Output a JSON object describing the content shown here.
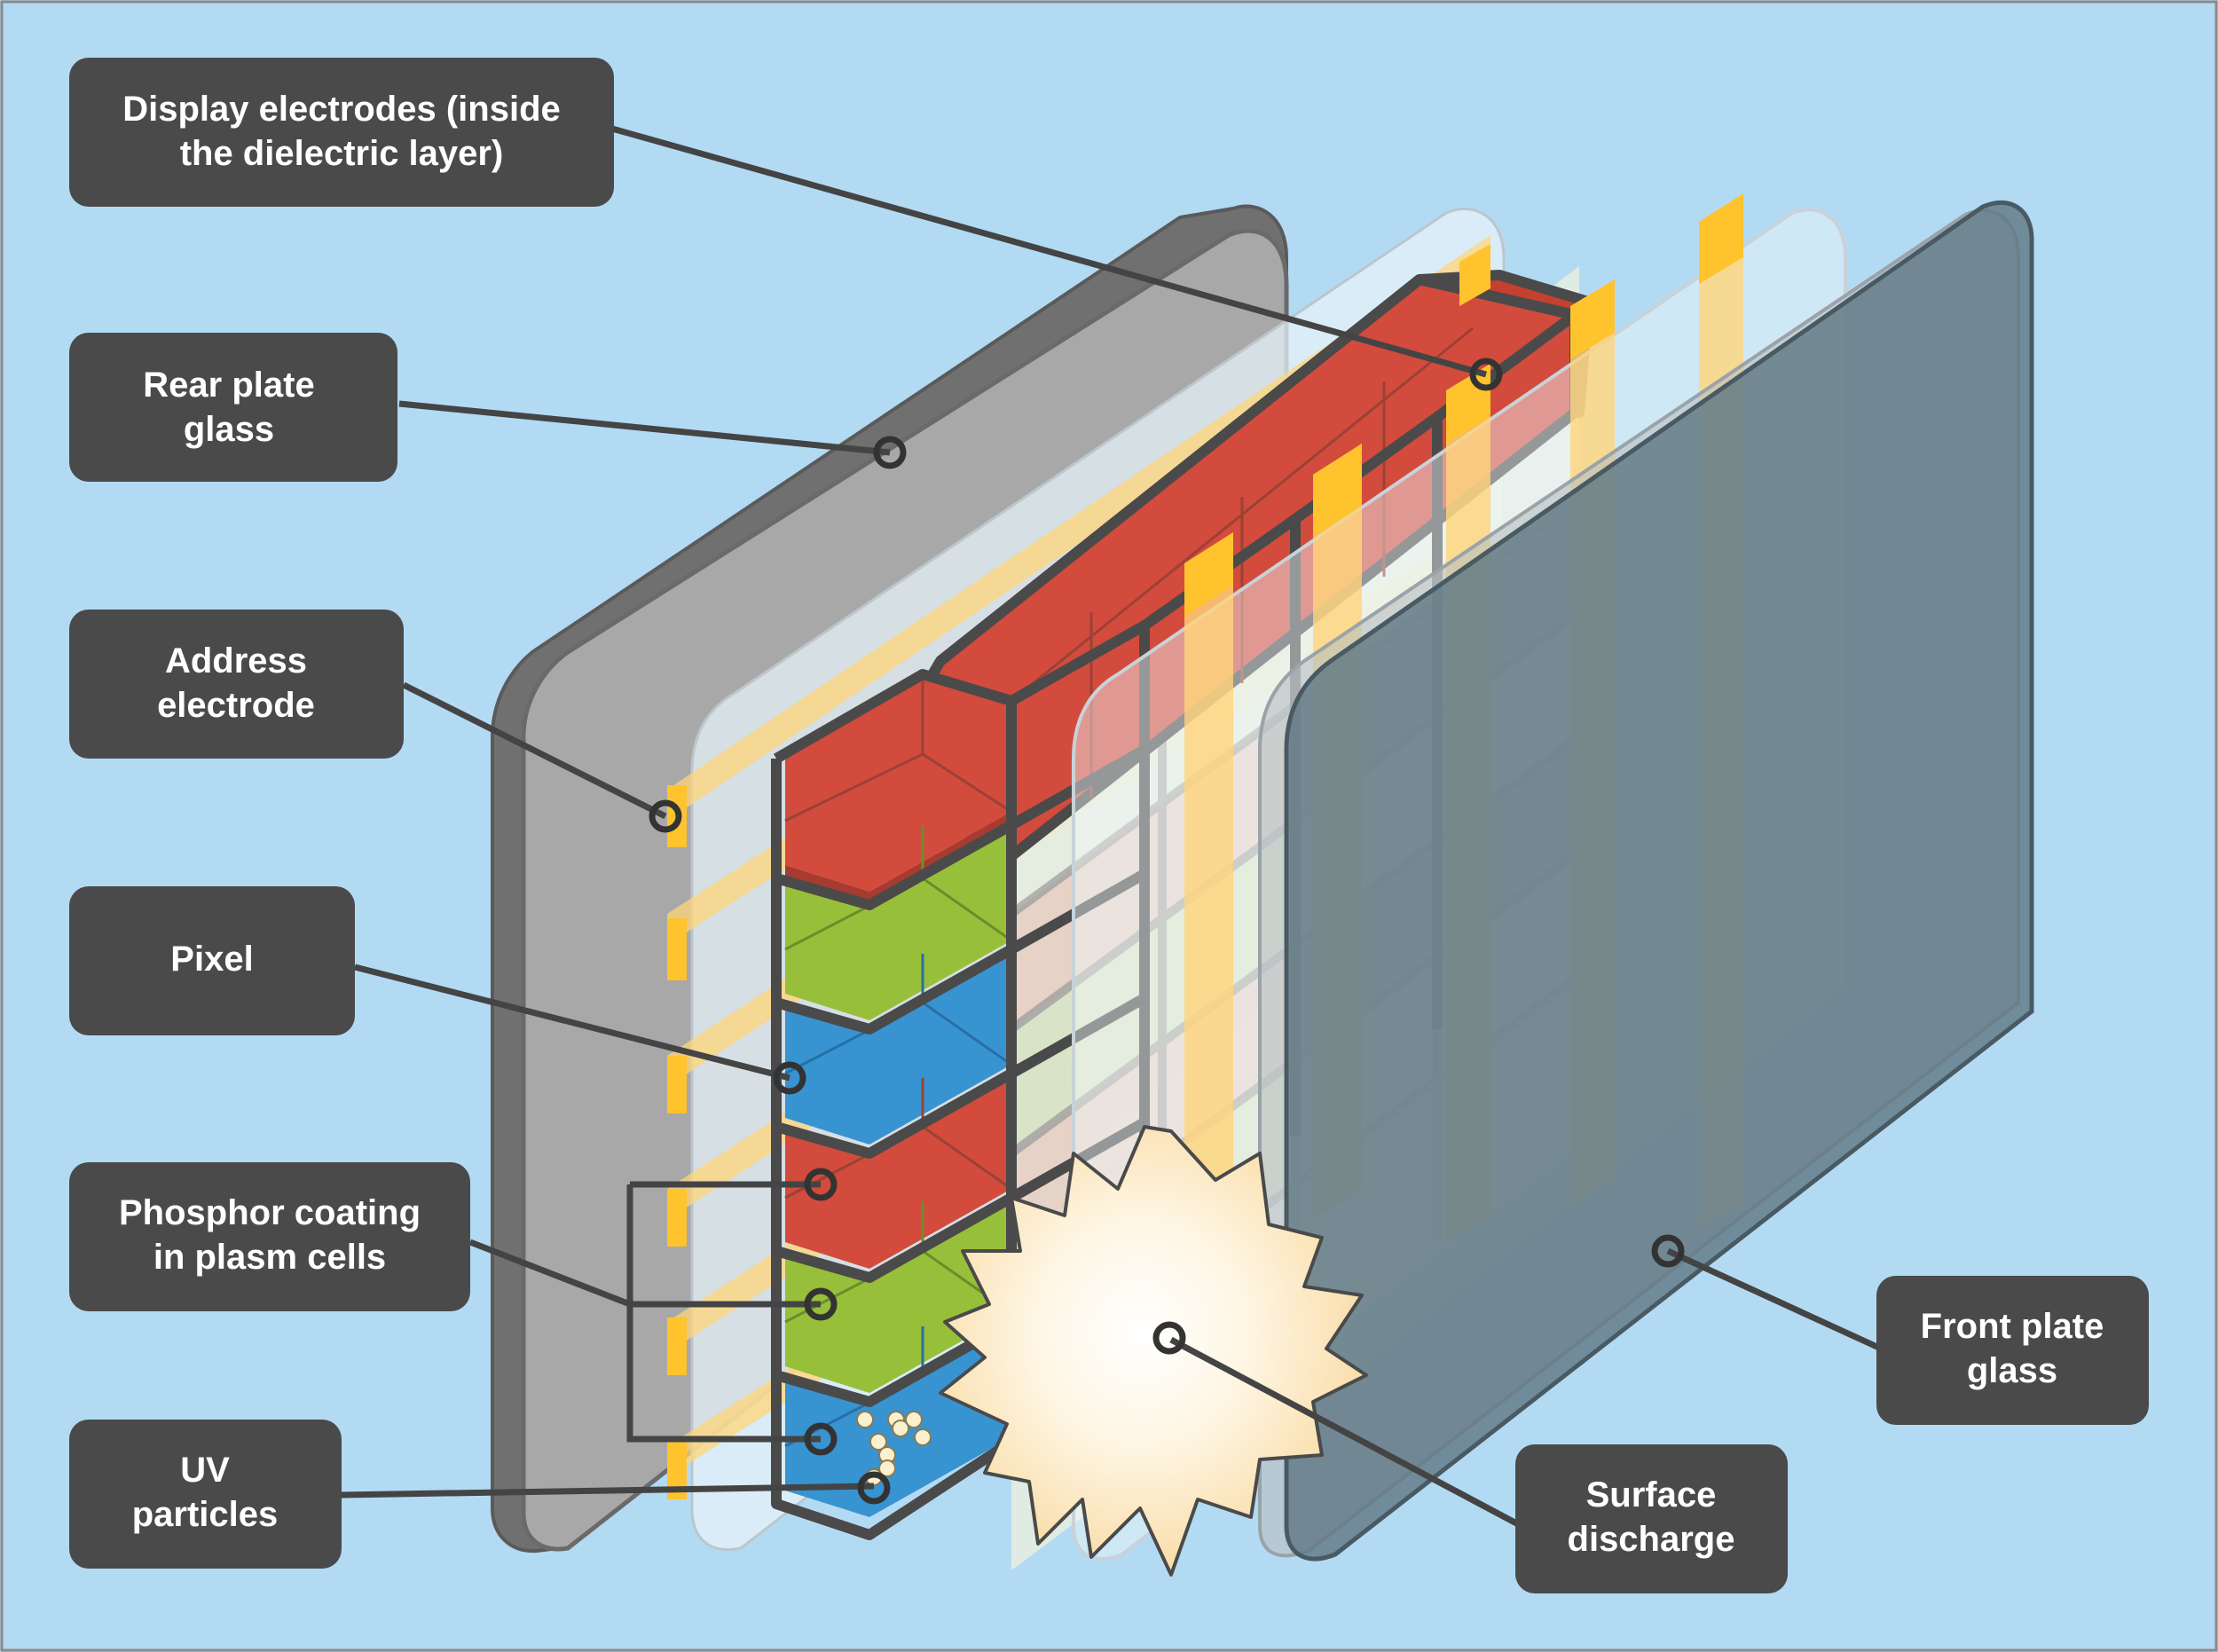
{
  "labels": {
    "display_electrodes": "Display electrodes (inside\nthe dielectric layer)",
    "rear_plate": "Rear plate\nglass",
    "address_electrode": "Address\nelectrode",
    "pixel": "Pixel",
    "phosphor": "Phosphor coating\nin plasm cells",
    "uv_particles": "UV\nparticles",
    "front_plate": "Front plate\nglass",
    "surface_discharge": "Surface\ndischarge"
  },
  "colors": {
    "background": "#b3daf3",
    "label_box": "#4a4a4a",
    "label_text": "#ffffff",
    "leader": "#444444",
    "rear_glass": "#a8a8a8",
    "front_glass": "#5e7682",
    "electrode": "#ffc32e",
    "phosphor_red": "#d24b3c",
    "phosphor_green": "#98bf3a",
    "phosphor_blue": "#3893d1",
    "discharge": "#fde7b8"
  }
}
